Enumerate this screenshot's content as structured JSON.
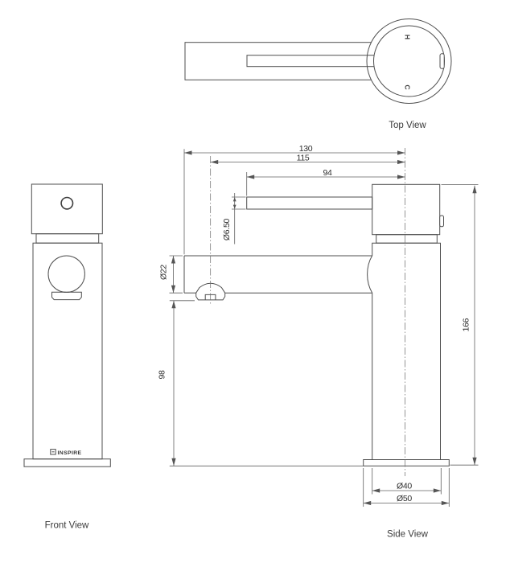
{
  "views": {
    "top": {
      "label": "Top View",
      "hot_marker": "H",
      "cold_marker": "C"
    },
    "front": {
      "label": "Front View",
      "brand": "INSPIRE"
    },
    "side": {
      "label": "Side View"
    }
  },
  "dimensions": {
    "overall_projection": "130",
    "spout_reach": "115",
    "handle_length": "94",
    "handle_lever_diameter": "Ø6.50",
    "spout_diameter": "Ø22",
    "spout_clearance_height": "98",
    "overall_height": "166",
    "body_diameter": "Ø40",
    "base_diameter": "Ø50"
  },
  "colors": {
    "geometry_line": "#4f4f4f",
    "dimension_line": "#616161",
    "dimension_text": "#2e2e2e",
    "label_text": "#3a3a3a",
    "background": "#ffffff"
  }
}
